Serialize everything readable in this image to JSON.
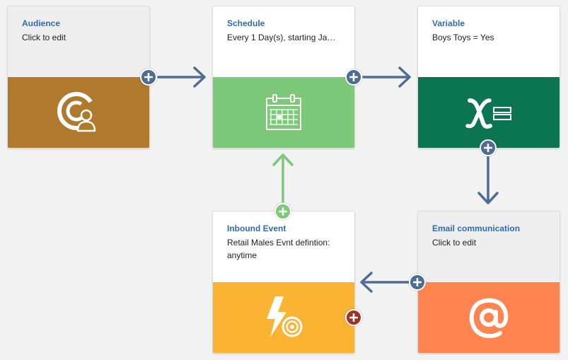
{
  "colors": {
    "audience": "#b07a2e",
    "schedule": "#7ec87a",
    "variable": "#0b7552",
    "inbound": "#fbb333",
    "email": "#ff8450",
    "connector": "#4f6d94",
    "inbound_connector": "#7ec87a",
    "remove": "#a33226"
  },
  "nodes": {
    "audience": {
      "title": "Audience",
      "desc": "Click to edit",
      "icon": "audience-target-person-icon"
    },
    "schedule": {
      "title": "Schedule",
      "desc": "Every 1 Day(s), starting Ja…",
      "icon": "calendar-icon"
    },
    "variable": {
      "title": "Variable",
      "desc": "Boys Toys = Yes",
      "icon": "variable-x-icon"
    },
    "inbound": {
      "title": "Inbound Event",
      "desc": "Retail Males Evnt defintion: anytime",
      "icon": "lightning-target-icon"
    },
    "email": {
      "title": "Email communication",
      "desc": "Click to edit",
      "icon": "at-sign-icon"
    }
  },
  "connections": [
    {
      "from": "Audience",
      "to": "Schedule"
    },
    {
      "from": "Schedule",
      "to": "Variable"
    },
    {
      "from": "Variable",
      "to": "Email communication"
    },
    {
      "from": "Email communication",
      "to": "Inbound Event"
    },
    {
      "from": "Inbound Event",
      "to": "Schedule"
    }
  ]
}
